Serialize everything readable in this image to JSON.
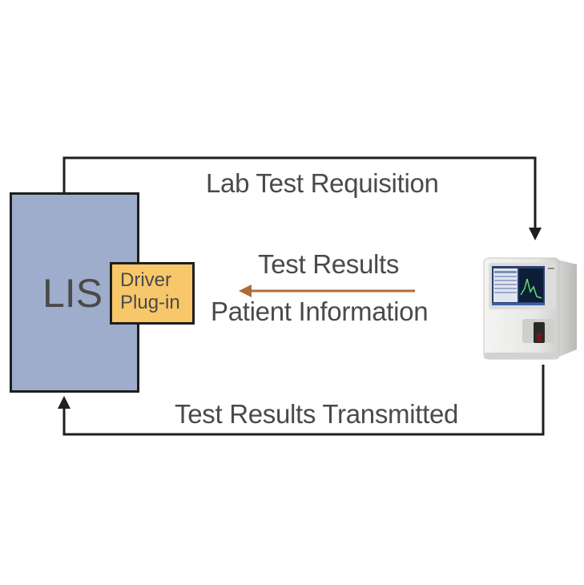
{
  "lis": {
    "label": "LIS"
  },
  "driver_plugin": {
    "line1": "Driver",
    "line2": "Plug-in"
  },
  "flows": {
    "requisition": "Lab Test Requisition",
    "results_line1": "Test Results",
    "results_line2": "Patient Information",
    "transmitted": "Test Results Transmitted"
  },
  "device": {
    "icon": "lab-analyzer-icon"
  },
  "colors": {
    "lis_fill": "#9fadcc",
    "plugin_fill": "#f7c76a",
    "arrow_results": "#b06a3a",
    "connector": "#1e1e1e",
    "text": "#4a4a4a"
  }
}
